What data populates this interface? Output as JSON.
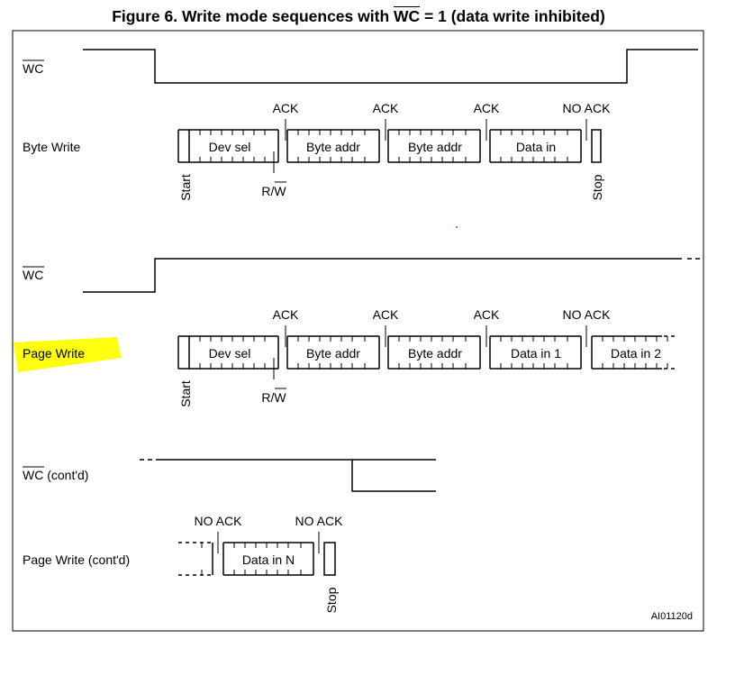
{
  "figure": {
    "title_prefix": "Figure 6. Write mode sequences with ",
    "title_overbar": "WC",
    "title_suffix": " = 1 (data write inhibited)",
    "code": "AI01120d"
  },
  "signals": {
    "wc": "WC",
    "byte_write": "Byte Write",
    "page_write": "Page Write",
    "wc_contd_bar": "WC",
    "wc_contd_rest": " (cont'd)",
    "page_write_contd": "Page Write (cont'd)"
  },
  "labels": {
    "ack": "ACK",
    "no_ack": "NO ACK",
    "start": "Start",
    "stop": "Stop",
    "rw_r": "R/",
    "rw_w": "W"
  },
  "fields": {
    "dev_sel": "Dev sel",
    "byte_addr": "Byte addr",
    "data_in": "Data in",
    "data_in_1": "Data in 1",
    "data_in_2": "Data in 2",
    "data_in_n": "Data in N"
  },
  "colors": {
    "highlight": "#ffff00",
    "line": "#000000"
  }
}
